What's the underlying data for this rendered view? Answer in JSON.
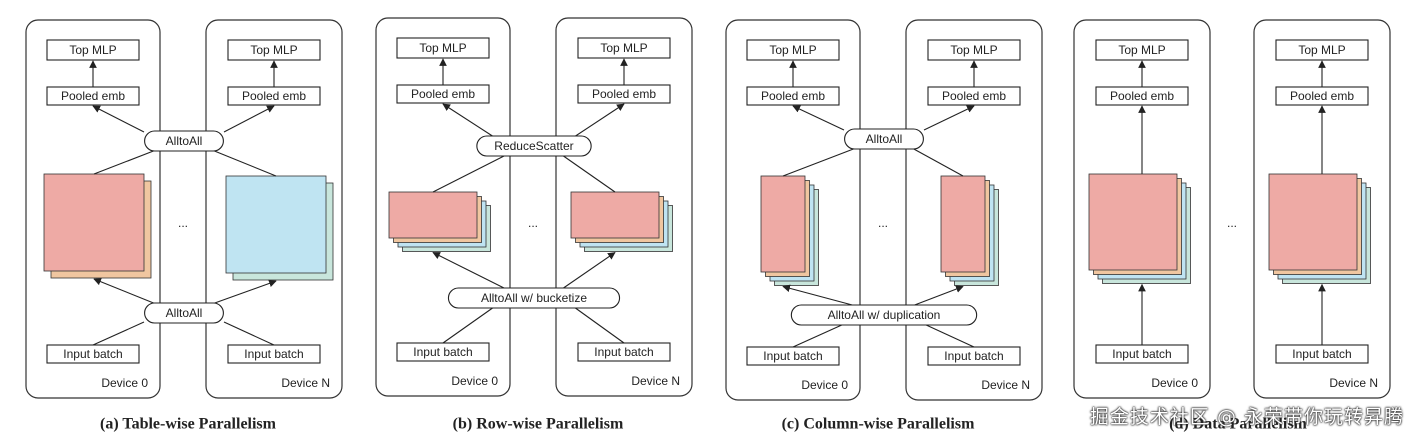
{
  "labels": {
    "top_mlp": "Top MLP",
    "pooled_emb": "Pooled emb",
    "input_batch": "Input batch",
    "device_0": "Device 0",
    "device_n": "Device N",
    "ellipsis": "..."
  },
  "panels": [
    {
      "id": "table-wise",
      "upper_comm": "AlltoAll",
      "lower_comm": "AlltoAll",
      "caption": "(a) Table-wise Parallelism",
      "colors": {
        "left": [
          "#f0c6a0",
          "#eeaaa5"
        ],
        "right": [
          "#c8e6dc",
          "#bfe4f2"
        ]
      }
    },
    {
      "id": "row-wise",
      "upper_comm": "ReduceScatter",
      "lower_comm": "AlltoAll w/ bucketize",
      "caption": "(b) Row-wise Parallelism",
      "colors": {
        "left": [
          "#c8e6dc",
          "#bfe4f2",
          "#f0c6a0",
          "#eeaaa5"
        ],
        "right": [
          "#c8e6dc",
          "#bfe4f2",
          "#f0c6a0",
          "#eeaaa5"
        ]
      }
    },
    {
      "id": "column-wise",
      "upper_comm": "AlltoAll",
      "lower_comm": "AlltoAll w/ duplication",
      "caption": "(c) Column-wise Parallelism",
      "colors": {
        "left": [
          "#c8e6dc",
          "#bfe4f2",
          "#f0c6a0",
          "#eeaaa5"
        ],
        "right": [
          "#c8e6dc",
          "#bfe4f2",
          "#f0c6a0",
          "#eeaaa5"
        ]
      }
    },
    {
      "id": "data-parallel",
      "upper_comm": "",
      "lower_comm": "",
      "caption": "(d) Data Parallelism",
      "colors": {
        "left": [
          "#c8e6dc",
          "#bfe4f2",
          "#f0c6a0",
          "#eeaaa5"
        ],
        "right": [
          "#c8e6dc",
          "#bfe4f2",
          "#f0c6a0",
          "#eeaaa5"
        ]
      }
    }
  ],
  "watermark": "掘金技术社区 @ 永荣带你玩转昇腾"
}
